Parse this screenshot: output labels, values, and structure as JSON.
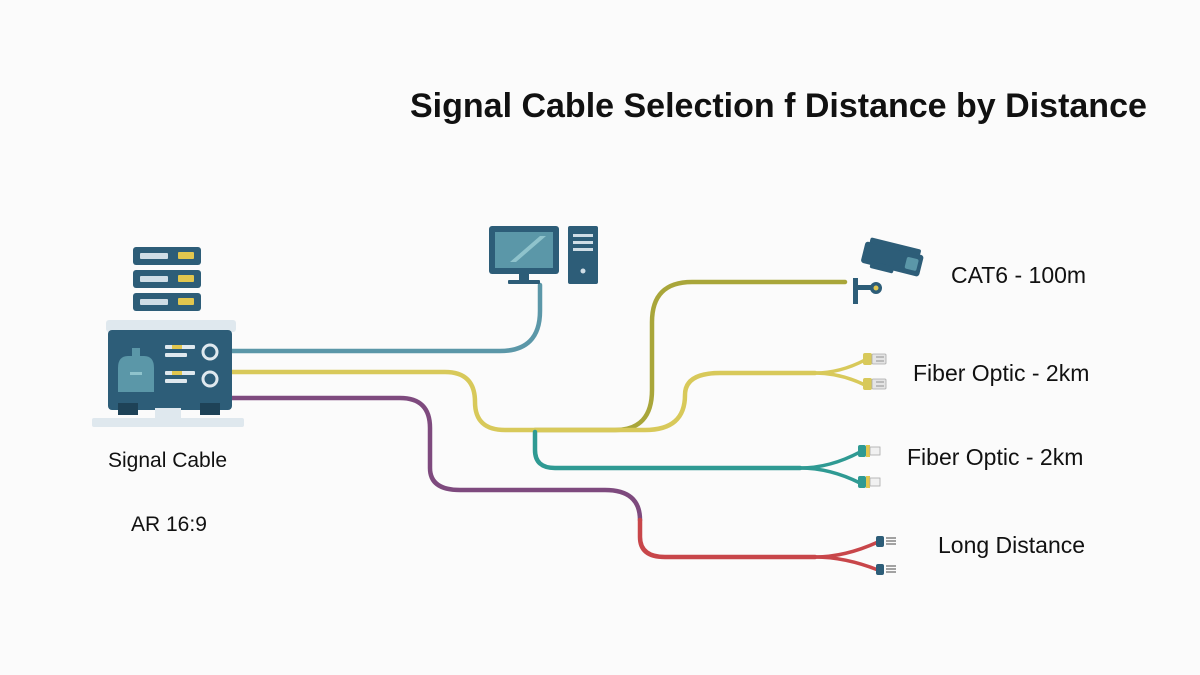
{
  "title": "Signal Cable Selection f Distance by Distance",
  "source": {
    "caption": "Signal Cable",
    "subcaption": "AR 16:9"
  },
  "destinations": [
    {
      "label": "CAT6 - 100m",
      "icon": "security-camera-icon",
      "color": "#a9a63a"
    },
    {
      "label": "Fiber Optic - 2km",
      "icon": "fiber-connector-icon",
      "color": "#d8c95a"
    },
    {
      "label": "Fiber Optic - 2km",
      "icon": "fiber-connector-icon",
      "color": "#2f9a93"
    },
    {
      "label": "Long Distance",
      "icon": "cable-end-icon",
      "color": "#c8464a"
    }
  ],
  "computer": {
    "icon": "desktop-computer-icon",
    "color": "#5b97a8"
  },
  "colors": {
    "hardware_dark": "#2d5d78",
    "hardware_light": "#dfe8ee",
    "accent_yellow": "#e1c64e",
    "cable_blue": "#5b97a8",
    "cable_yellow": "#d8c95a",
    "cable_olive": "#a9a63a",
    "cable_teal": "#2f9a93",
    "cable_purple": "#7e4a7e",
    "cable_red": "#c8464a"
  }
}
